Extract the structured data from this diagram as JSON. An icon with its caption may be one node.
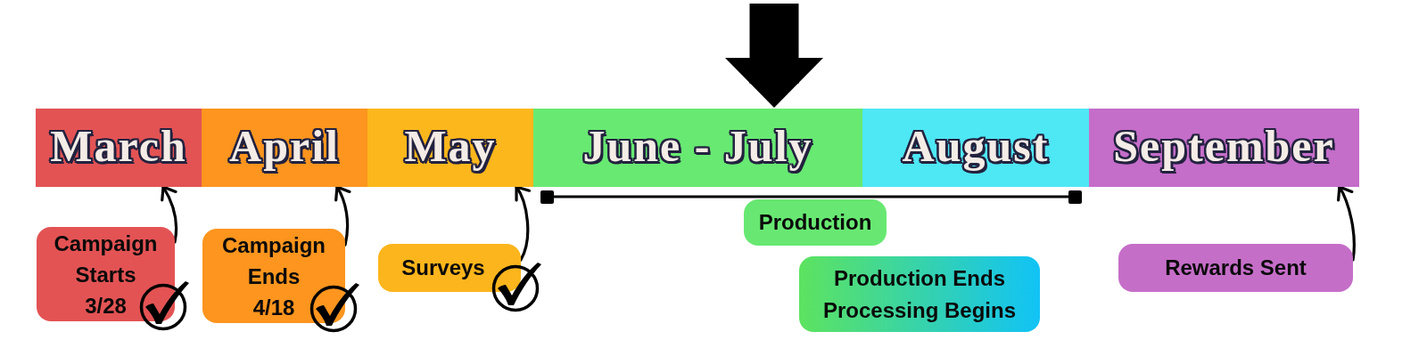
{
  "diagram": {
    "nodes": [
      {
        "text": [
          "March"
        ]
      },
      {
        "text": [
          "April"
        ]
      },
      {
        "text": [
          "May"
        ]
      },
      {
        "text": [
          "June - July"
        ]
      },
      {
        "text": [
          "August"
        ]
      },
      {
        "text": [
          "September"
        ]
      },
      {
        "text": [
          "Campaign Starts",
          "3/28"
        ]
      },
      {
        "text": [
          "Campaign Ends",
          "4/18"
        ]
      },
      {
        "text": [
          "Surveys"
        ]
      },
      {
        "text": [
          "Production"
        ]
      },
      {
        "text": [
          "Production Ends",
          "Processing Begins"
        ]
      },
      {
        "text": [
          "Rewards Sent"
        ]
      }
    ],
    "edges": [
      {
        "from": null,
        "to": 3,
        "arrow": "to",
        "style": "thick"
      },
      {
        "from": 6,
        "to": 0,
        "arrow": "to"
      },
      {
        "from": 7,
        "to": 1,
        "arrow": "to"
      },
      {
        "from": 8,
        "to": 2,
        "arrow": "to"
      },
      {
        "from": 11,
        "to": 5,
        "arrow": "to"
      }
    ]
  }
}
